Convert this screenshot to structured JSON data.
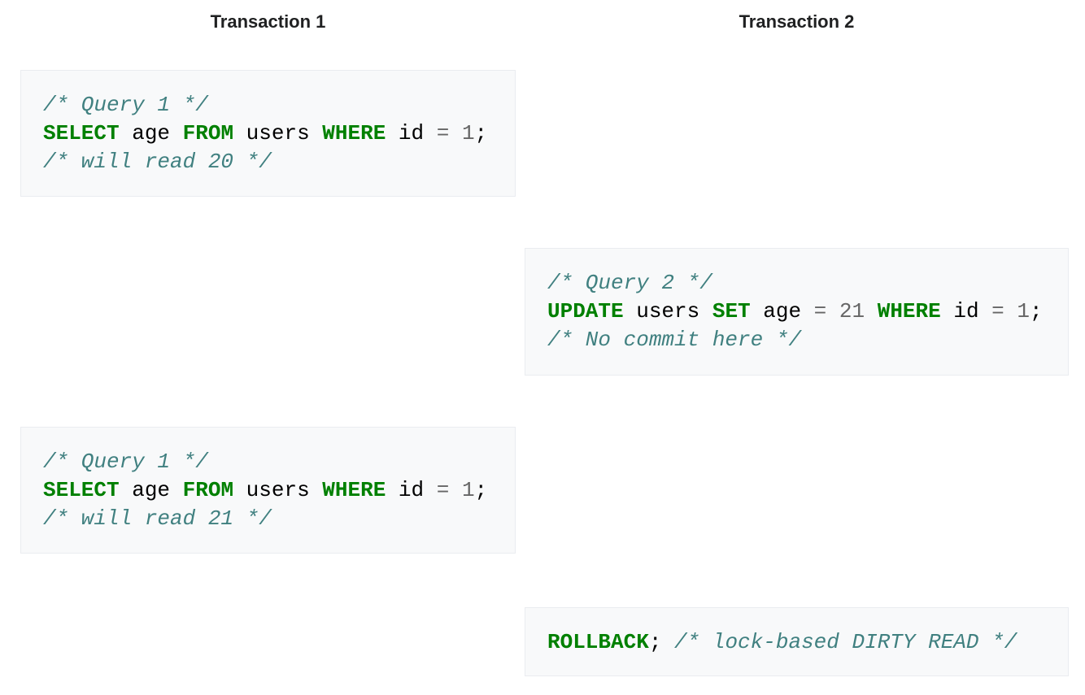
{
  "columns": [
    {
      "header": "Transaction 1"
    },
    {
      "header": "Transaction 2"
    }
  ],
  "palette": {
    "page_background": "#ffffff",
    "code_background": "#f8f9fa",
    "code_border": "#eaecf0",
    "header_text": "#202122",
    "keyword": "#008000",
    "comment": "#408080",
    "number": "#666666",
    "operator": "#666666",
    "punct": "#000000",
    "plain": "#000000"
  },
  "code_blocks": [
    {
      "column": "transaction-1",
      "name": "query-1-first-read",
      "lines": [
        [
          {
            "text": "/* Query 1 */",
            "type": "comment"
          }
        ],
        [
          {
            "text": "SELECT",
            "type": "keyword"
          },
          {
            "text": " age ",
            "type": "plain"
          },
          {
            "text": "FROM",
            "type": "keyword"
          },
          {
            "text": " users ",
            "type": "plain"
          },
          {
            "text": "WHERE",
            "type": "keyword"
          },
          {
            "text": " id ",
            "type": "plain"
          },
          {
            "text": "=",
            "type": "operator"
          },
          {
            "text": " ",
            "type": "plain"
          },
          {
            "text": "1",
            "type": "number"
          },
          {
            "text": ";",
            "type": "punct"
          }
        ],
        [
          {
            "text": "/* will read 20 */",
            "type": "comment"
          }
        ]
      ]
    },
    {
      "column": "transaction-2",
      "name": "query-2-uncommitted-update",
      "lines": [
        [
          {
            "text": "/* Query 2 */",
            "type": "comment"
          }
        ],
        [
          {
            "text": "UPDATE",
            "type": "keyword"
          },
          {
            "text": " users ",
            "type": "plain"
          },
          {
            "text": "SET",
            "type": "keyword"
          },
          {
            "text": " age ",
            "type": "plain"
          },
          {
            "text": "=",
            "type": "operator"
          },
          {
            "text": " ",
            "type": "plain"
          },
          {
            "text": "21",
            "type": "number"
          },
          {
            "text": " ",
            "type": "plain"
          },
          {
            "text": "WHERE",
            "type": "keyword"
          },
          {
            "text": " id ",
            "type": "plain"
          },
          {
            "text": "=",
            "type": "operator"
          },
          {
            "text": " ",
            "type": "plain"
          },
          {
            "text": "1",
            "type": "number"
          },
          {
            "text": ";",
            "type": "punct"
          }
        ],
        [
          {
            "text": "/* No commit here */",
            "type": "comment"
          }
        ]
      ]
    },
    {
      "column": "transaction-1",
      "name": "query-1-second-read",
      "lines": [
        [
          {
            "text": "/* Query 1 */",
            "type": "comment"
          }
        ],
        [
          {
            "text": "SELECT",
            "type": "keyword"
          },
          {
            "text": " age ",
            "type": "plain"
          },
          {
            "text": "FROM",
            "type": "keyword"
          },
          {
            "text": " users ",
            "type": "plain"
          },
          {
            "text": "WHERE",
            "type": "keyword"
          },
          {
            "text": " id ",
            "type": "plain"
          },
          {
            "text": "=",
            "type": "operator"
          },
          {
            "text": " ",
            "type": "plain"
          },
          {
            "text": "1",
            "type": "number"
          },
          {
            "text": ";",
            "type": "punct"
          }
        ],
        [
          {
            "text": "/* will read 21 */",
            "type": "comment"
          }
        ]
      ]
    },
    {
      "column": "transaction-2",
      "name": "rollback-statement",
      "lines": [
        [
          {
            "text": "ROLLBACK",
            "type": "keyword"
          },
          {
            "text": ";",
            "type": "punct"
          },
          {
            "text": " ",
            "type": "plain"
          },
          {
            "text": "/* lock-based DIRTY READ */",
            "type": "comment"
          }
        ]
      ]
    }
  ]
}
